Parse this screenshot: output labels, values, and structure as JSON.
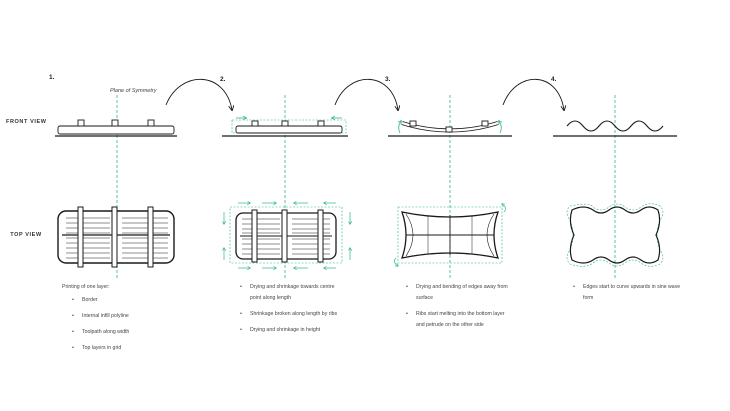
{
  "colors": {
    "ink": "#1a1a1a",
    "accent": "#2bb58a",
    "guide": "#2bb58a"
  },
  "steps": [
    {
      "number": "1.",
      "notes_header": "Printing of one layer:",
      "notes": [
        "Border",
        "Internal infill polyline",
        "Toolpath along width",
        "Top layers in grid"
      ]
    },
    {
      "number": "2.",
      "notes_header": "",
      "notes": [
        "Drying and shrinkage towards centre point along length",
        "Shrinkage broken along length by ribs",
        "Drying and shrinkage in height"
      ]
    },
    {
      "number": "3.",
      "notes_header": "",
      "notes": [
        "Drying and bending of edges away from surface",
        "Ribs start melting into the bottom layer and petrude on the other side"
      ]
    },
    {
      "number": "4.",
      "notes_header": "",
      "notes": [
        "Edges start to curve upwards in sine wave form"
      ]
    }
  ],
  "labels": {
    "front_view": "FRONT VIEW",
    "top_view": "TOP VIEW",
    "plane_of_symmetry": "Plane of Symmetry"
  }
}
